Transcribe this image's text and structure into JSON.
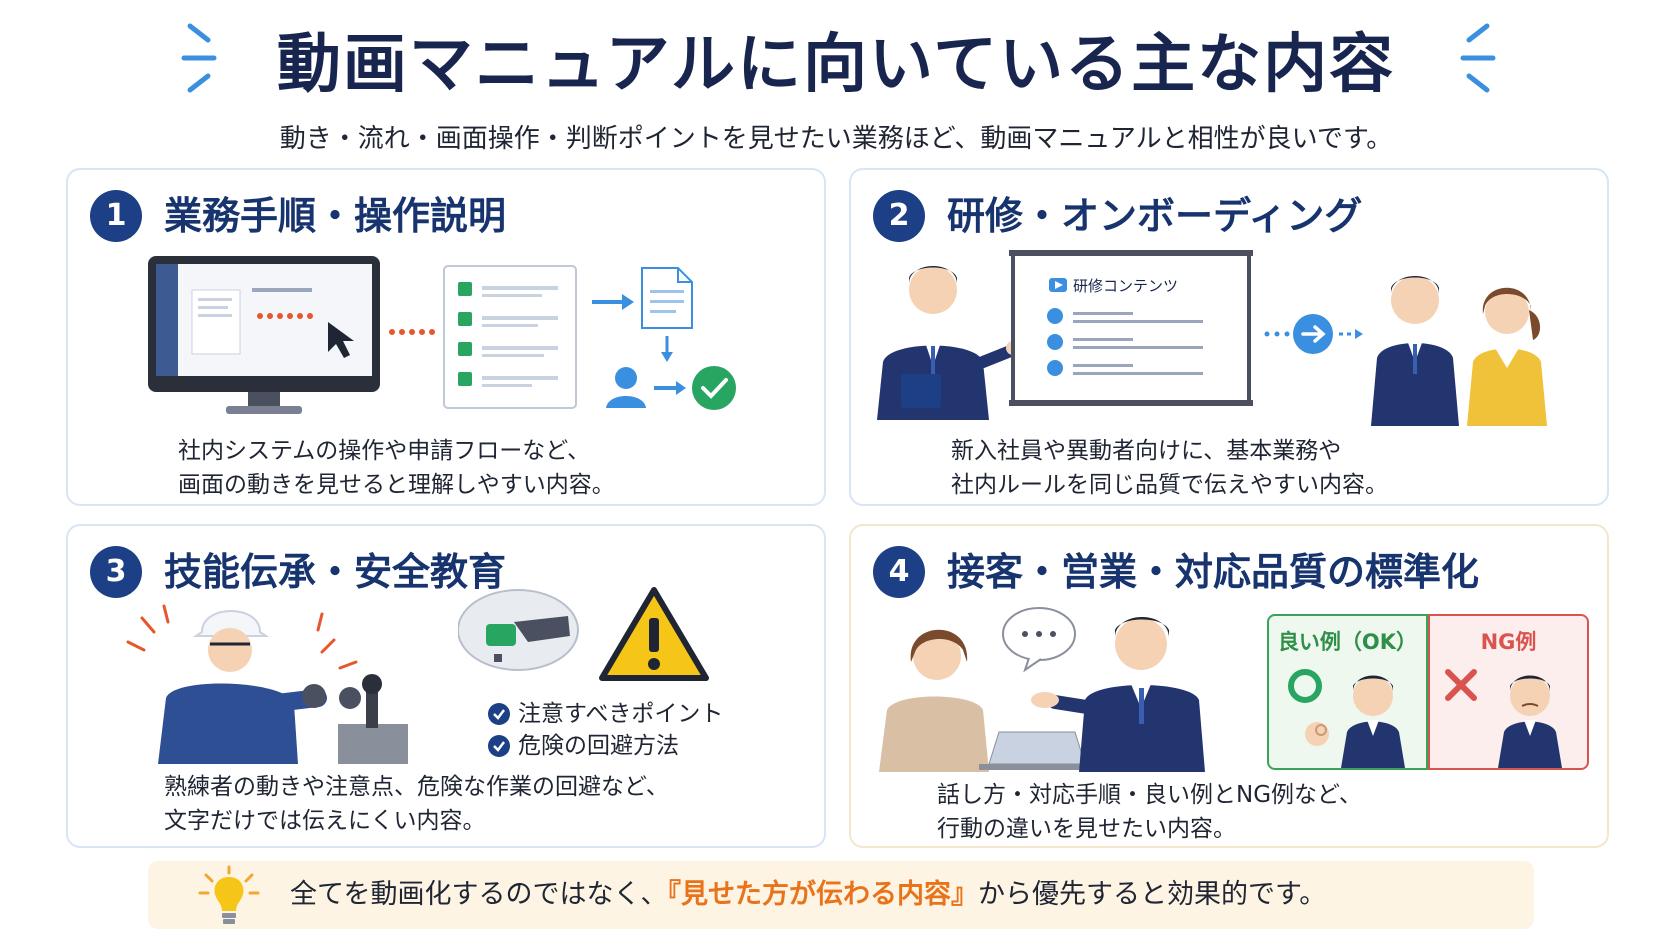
{
  "header": {
    "title": "動画マニュアルに向いている主な内容",
    "subtitle": "動き・流れ・画面操作・判断ポイントを見せたい業務ほど、動画マニュアルと相性が良いです。"
  },
  "cards": [
    {
      "number": "1",
      "title": "業務手順・操作説明",
      "desc_line1": "社内システムの操作や申請フローなど、",
      "desc_line2": "画面の動きを見せると理解しやすい内容。"
    },
    {
      "number": "2",
      "title": "研修・オンボーディング",
      "desc_line1": "新入社員や異動者向けに、基本業務や",
      "desc_line2": "社内ルールを同じ品質で伝えやすい内容。",
      "screen_label": "研修コンテンツ"
    },
    {
      "number": "3",
      "title": "技能伝承・安全教育",
      "desc_line1": "熟練者の動きや注意点、危険な作業の回避など、",
      "desc_line2": "文字だけでは伝えにくい内容。",
      "note1": "注意すべきポイント",
      "note2": "危険の回避方法"
    },
    {
      "number": "4",
      "title": "接客・営業・対応品質の標準化",
      "desc_line1": "話し方・対応手順・良い例とNG例など、",
      "desc_line2": "行動の違いを見せたい内容。",
      "ok_label": "良い例（OK）",
      "ng_label": "NG例"
    }
  ],
  "footer": {
    "before": "全てを動画化するのではなく、",
    "highlight": "『見せた方が伝わる内容』",
    "after": "から優先すると効果的です。"
  },
  "colors": {
    "navy": "#17254f",
    "badge": "#1d3f86",
    "accent_orange": "#e8731b",
    "ok_green": "#3aa35a",
    "ng_red": "#d9534f"
  },
  "icons": [
    "sparkle-icon",
    "monitor-icon",
    "checklist-icon",
    "document-icon",
    "user-icon",
    "check-circle-icon",
    "presenter-icon",
    "arrow-circle-icon",
    "worker-icon",
    "warning-icon",
    "button-press-icon",
    "speech-bubble-icon",
    "laptop-icon",
    "circle-ok-icon",
    "cross-ng-icon",
    "lightbulb-icon"
  ]
}
